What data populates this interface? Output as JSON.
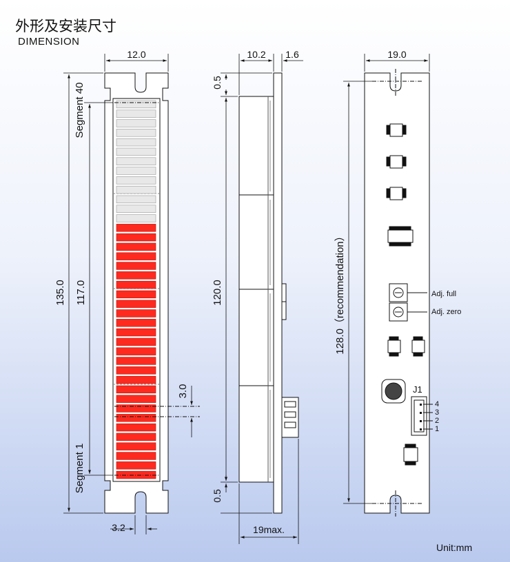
{
  "title_cn": "外形及安装尺寸",
  "title_en": "DIMENSION",
  "unit": "Unit:mm",
  "front": {
    "width_label": "12.0",
    "height_label": "135.0",
    "led_span_label": "117.0",
    "pitch_label": "3.0",
    "slot_label": "3.2",
    "segment_top": "Segment 40",
    "segment_bottom": "Segment 1",
    "segments": 40,
    "lit_segments": 27,
    "lit_color": "#ff2a1f",
    "unlit_color": "#e8e8e8"
  },
  "side": {
    "depth_label": "10.2",
    "board_label": "1.6",
    "top_gap_label": "0.5",
    "bottom_gap_label": "0.5",
    "height_label": "120.0",
    "max_label": "19max."
  },
  "back": {
    "width_label": "19.0",
    "mount_label": "128.0（recommendation）",
    "adj_full": "Adj. full",
    "adj_zero": "Adj. zero",
    "connector": "J1",
    "pins": [
      "4",
      "3",
      "2",
      "1"
    ]
  }
}
